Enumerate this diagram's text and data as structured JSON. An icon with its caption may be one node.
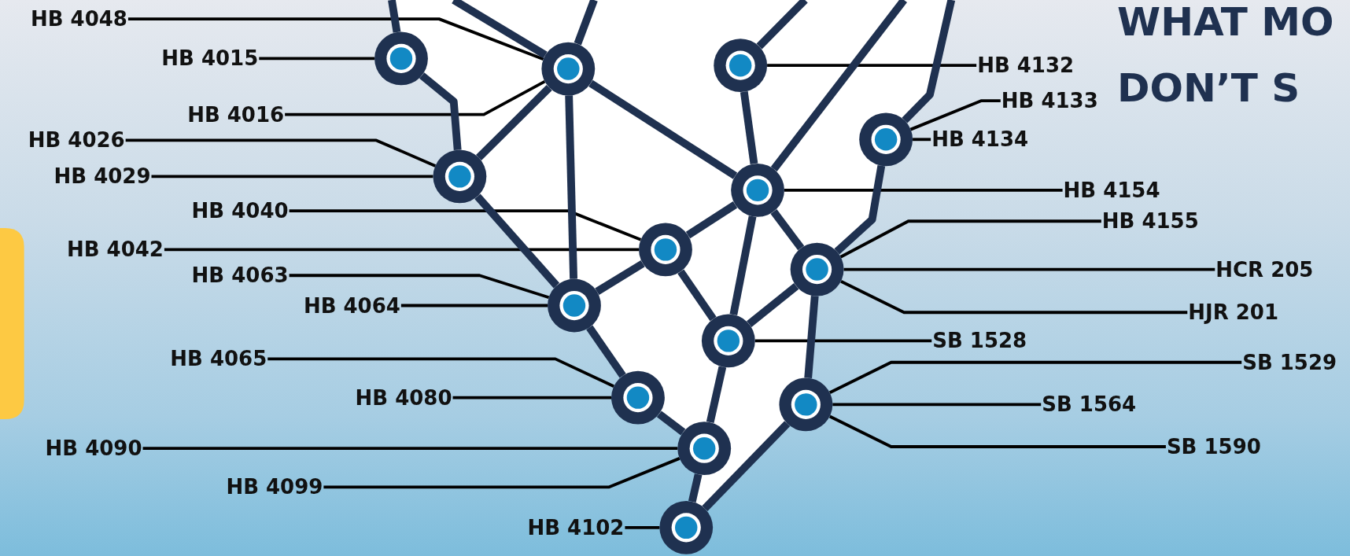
{
  "diagram": {
    "title": "WHAT MO DON’T S",
    "nodes": [
      {
        "text": [
          "HB 4048"
        ]
      },
      {
        "text": [
          "HB 4015"
        ]
      },
      {
        "text": [
          "HB 4016"
        ]
      },
      {
        "text": [
          "HB 4026"
        ]
      },
      {
        "text": [
          "HB 4029"
        ]
      },
      {
        "text": [
          "HB 4040"
        ]
      },
      {
        "text": [
          "HB 4042"
        ]
      },
      {
        "text": [
          "HB 4063"
        ]
      },
      {
        "text": [
          "HB 4064"
        ]
      },
      {
        "text": [
          "HB 4065"
        ]
      },
      {
        "text": [
          "HB 4080"
        ]
      },
      {
        "text": [
          "HB 4090"
        ]
      },
      {
        "text": [
          "HB 4099"
        ]
      },
      {
        "text": [
          "HB 4102"
        ]
      },
      {
        "text": [],
        "shape": "circle"
      },
      {
        "text": [],
        "shape": "circle"
      },
      {
        "text": [],
        "shape": "circle"
      },
      {
        "text": [],
        "shape": "circle"
      },
      {
        "text": [],
        "shape": "circle"
      },
      {
        "text": [],
        "shape": "circle"
      },
      {
        "text": [],
        "shape": "circle"
      },
      {
        "text": [],
        "shape": "circle"
      },
      {
        "text": [],
        "shape": "circle"
      },
      {
        "text": [],
        "shape": "circle"
      },
      {
        "text": [],
        "shape": "circle"
      },
      {
        "text": [],
        "shape": "circle"
      },
      {
        "text": [],
        "shape": "circle"
      },
      {
        "text": [],
        "shape": "circle"
      },
      {
        "text": [
          "HB 4132"
        ]
      },
      {
        "text": [
          "HB 4133"
        ]
      },
      {
        "text": [
          "HB 4134"
        ]
      },
      {
        "text": [
          "HB 4154"
        ]
      },
      {
        "text": [
          "HB 4155"
        ]
      },
      {
        "text": [
          "HCR 205"
        ]
      },
      {
        "text": [
          "HJR 201"
        ]
      },
      {
        "text": [
          "SB 1528"
        ]
      },
      {
        "text": [
          "SB 1529"
        ]
      },
      {
        "text": [
          "SB 1564"
        ]
      },
      {
        "text": [
          "SB 1590"
        ]
      }
    ],
    "edges": [
      {
        "from": 0,
        "to": 15,
        "arrow": "none"
      },
      {
        "from": 1,
        "to": 14,
        "arrow": "none"
      },
      {
        "from": 2,
        "to": 15,
        "arrow": "none"
      },
      {
        "from": 3,
        "to": 16,
        "arrow": "none"
      },
      {
        "from": 4,
        "to": 16,
        "arrow": "none"
      },
      {
        "from": 5,
        "to": 17,
        "arrow": "none"
      },
      {
        "from": 6,
        "to": 17,
        "arrow": "none"
      },
      {
        "from": 7,
        "to": 18,
        "arrow": "none"
      },
      {
        "from": 8,
        "to": 18,
        "arrow": "none"
      },
      {
        "from": 9,
        "to": 19,
        "arrow": "none"
      },
      {
        "from": 10,
        "to": 19,
        "arrow": "none"
      },
      {
        "from": 11,
        "to": 20,
        "arrow": "none"
      },
      {
        "from": 12,
        "to": 20,
        "arrow": "none"
      },
      {
        "from": 13,
        "to": 21,
        "arrow": "none"
      },
      {
        "from": 28,
        "to": 22,
        "arrow": "none"
      },
      {
        "from": 29,
        "to": 23,
        "arrow": "none"
      },
      {
        "from": 30,
        "to": 23,
        "arrow": "none"
      },
      {
        "from": 31,
        "to": 24,
        "arrow": "none"
      },
      {
        "from": 32,
        "to": 25,
        "arrow": "none"
      },
      {
        "from": 33,
        "to": 25,
        "arrow": "none"
      },
      {
        "from": 34,
        "to": 25,
        "arrow": "none"
      },
      {
        "from": 35,
        "to": 26,
        "arrow": "none"
      },
      {
        "from": 36,
        "to": 27,
        "arrow": "none"
      },
      {
        "from": 37,
        "to": 27,
        "arrow": "none"
      },
      {
        "from": 38,
        "to": 27,
        "arrow": "none"
      },
      {
        "from": null,
        "to": 14,
        "arrow": "none",
        "style": "thick",
        "color": "#1f3150"
      },
      {
        "from": null,
        "to": 15,
        "arrow": "none",
        "style": "thick",
        "color": "#1f3150"
      },
      {
        "from": null,
        "to": 15,
        "arrow": "none",
        "style": "thick",
        "color": "#1f3150"
      },
      {
        "from": 14,
        "to": 16,
        "arrow": "none",
        "style": "thick",
        "color": "#1f3150"
      },
      {
        "from": 15,
        "to": 16,
        "arrow": "none",
        "style": "thick",
        "color": "#1f3150"
      },
      {
        "from": 15,
        "to": 18,
        "arrow": "none",
        "style": "thick",
        "color": "#1f3150"
      },
      {
        "from": 15,
        "to": 24,
        "arrow": "none",
        "style": "thick",
        "color": "#1f3150"
      },
      {
        "from": 16,
        "to": 18,
        "arrow": "none",
        "style": "thick",
        "color": "#1f3150"
      },
      {
        "from": 18,
        "to": 17,
        "arrow": "none",
        "style": "thick",
        "color": "#1f3150"
      },
      {
        "from": 17,
        "to": 24,
        "arrow": "none",
        "style": "thick",
        "color": "#1f3150"
      },
      {
        "from": 17,
        "to": 26,
        "arrow": "none",
        "style": "thick",
        "color": "#1f3150"
      },
      {
        "from": 18,
        "to": 19,
        "arrow": "none",
        "style": "thick",
        "color": "#1f3150"
      },
      {
        "from": 19,
        "to": 20,
        "arrow": "none",
        "style": "thick",
        "color": "#1f3150"
      },
      {
        "from": 20,
        "to": 21,
        "arrow": "none",
        "style": "thick",
        "color": "#1f3150"
      },
      {
        "from": null,
        "to": 22,
        "arrow": "none",
        "style": "thick",
        "color": "#1f3150"
      },
      {
        "from": 22,
        "to": 24,
        "arrow": "none",
        "style": "thick",
        "color": "#1f3150"
      },
      {
        "from": null,
        "to": 24,
        "arrow": "none",
        "style": "thick",
        "color": "#1f3150"
      },
      {
        "from": null,
        "to": 23,
        "arrow": "none",
        "style": "thick",
        "color": "#1f3150"
      },
      {
        "from": 23,
        "to": 25,
        "arrow": "none",
        "style": "thick",
        "color": "#1f3150"
      },
      {
        "from": 24,
        "to": 25,
        "arrow": "none",
        "style": "thick",
        "color": "#1f3150"
      },
      {
        "from": 24,
        "to": 26,
        "arrow": "none",
        "style": "thick",
        "color": "#1f3150"
      },
      {
        "from": 25,
        "to": 26,
        "arrow": "none",
        "style": "thick",
        "color": "#1f3150"
      },
      {
        "from": 25,
        "to": 27,
        "arrow": "none",
        "style": "thick",
        "color": "#1f3150"
      },
      {
        "from": 26,
        "to": 20,
        "arrow": "none",
        "style": "thick",
        "color": "#1f3150"
      },
      {
        "from": 27,
        "to": 21,
        "arrow": "none",
        "style": "thick",
        "color": "#1f3150"
      }
    ]
  }
}
